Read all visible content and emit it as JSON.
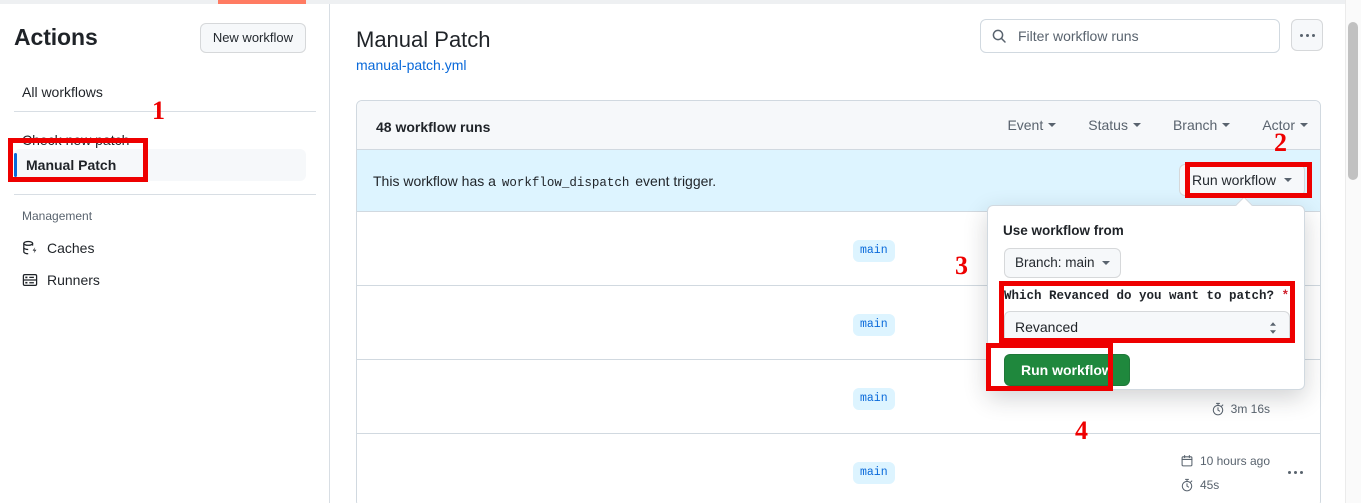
{
  "sidebar": {
    "title": "Actions",
    "new_workflow_label": "New workflow",
    "all_workflows_label": "All workflows",
    "workflows": [
      {
        "label": "Check new patch",
        "selected": false
      },
      {
        "label": "Manual Patch",
        "selected": true
      }
    ],
    "management_heading": "Management",
    "management_items": [
      {
        "label": "Caches",
        "icon": "cache-icon"
      },
      {
        "label": "Runners",
        "icon": "runners-icon"
      }
    ]
  },
  "header": {
    "page_title": "Manual Patch",
    "workflow_file": "manual-patch.yml",
    "search": {
      "placeholder": "Filter workflow runs",
      "value": "",
      "icon": "search-icon"
    },
    "kebab_icon": "kebab-horizontal-icon"
  },
  "runs_card": {
    "count_label": "48 workflow runs",
    "filters": [
      {
        "label": "Event"
      },
      {
        "label": "Status"
      },
      {
        "label": "Branch"
      },
      {
        "label": "Actor"
      }
    ],
    "dispatch_banner": {
      "text_before": "This workflow has a",
      "code": "workflow_dispatch",
      "text_after": "event trigger.",
      "run_button_label": "Run workflow"
    },
    "rows": [
      {
        "branch": "main",
        "date": "",
        "duration": ""
      },
      {
        "branch": "main",
        "date": "",
        "duration": ""
      },
      {
        "branch": "main",
        "date": "",
        "duration": "3m 16s"
      },
      {
        "branch": "main",
        "date": "10 hours ago",
        "duration": "45s"
      }
    ]
  },
  "dispatch_panel": {
    "use_workflow_from": "Use workflow from",
    "branch_select_label": "Branch: main",
    "input_label": "Which Revanced do you want to patch?",
    "required_marker": "*",
    "select_value": "Revanced",
    "run_button_label": "Run workflow"
  },
  "annotations": [
    {
      "number": "1"
    },
    {
      "number": "2"
    },
    {
      "number": "3"
    },
    {
      "number": "4"
    }
  ],
  "colors": {
    "accent_blue": "#0969da",
    "success_green": "#1f883d",
    "banner_blue": "#ddf4ff",
    "annotation_red": "#ee0000",
    "progress_orange": "#ff7b62"
  }
}
